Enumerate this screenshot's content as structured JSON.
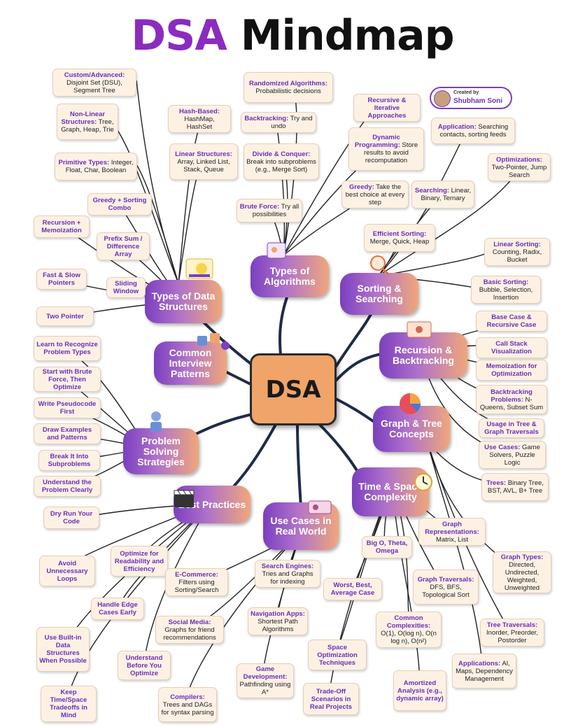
{
  "title": {
    "part1": "DSA",
    "part2": "Mindmap"
  },
  "center": "DSA",
  "credit": {
    "label": "Created by",
    "name": "Shubham Soni"
  },
  "nodes": {
    "types_of_algorithms": "Types of Algorithms",
    "types_of_data_structures": "Types of Data Structures",
    "sorting_searching": "Sorting & Searching",
    "common_interview_patterns": "Common Interview Patterns",
    "recursion_backtracking": "Recursion & Backtracking",
    "graph_tree_concepts": "Graph & Tree Concepts",
    "problem_solving_strategies": "Problem Solving Strategies",
    "time_space_complexity": "Time & Space Complexity",
    "best_practices": "Best Practices",
    "use_cases": "Use Cases in Real World"
  },
  "leaves": {
    "custom_advanced": {
      "head": "Custom/Advanced:",
      "body": "Disjoint Set (DSU), Segment Tree"
    },
    "non_linear": {
      "head": "Non-Linear Structures:",
      "body": "Tree, Graph, Heap, Trie"
    },
    "primitive_types": {
      "head": "Primitive Types:",
      "body": "Integer, Float, Char, Boolean"
    },
    "hash_based": {
      "head": "Hash-Based:",
      "body": "HashMap, HashSet"
    },
    "linear_structures": {
      "head": "Linear Structures:",
      "body": "Array, Linked List, Stack, Queue"
    },
    "randomized": {
      "head": "Randomized Algorithms:",
      "body": "Probabilistic decisions"
    },
    "backtracking_algo": {
      "head": "Backtracking:",
      "body": "Try and undo"
    },
    "divide_conquer": {
      "head": "Divide & Conquer:",
      "body": "Break into subproblems (e.g., Merge Sort)"
    },
    "recursive_iterative": {
      "head": "Recursive & Iterative Approaches",
      "body": ""
    },
    "dynamic_programming": {
      "head": "Dynamic Programming:",
      "body": "Store results to avoid recomputation"
    },
    "greedy": {
      "head": "Greedy:",
      "body": "Take the best choice at every step"
    },
    "brute_force": {
      "head": "Brute Force:",
      "body": "Try all possibilities"
    },
    "application": {
      "head": "Application:",
      "body": "Searching contacts, sorting feeds"
    },
    "optimizations": {
      "head": "Optimizations:",
      "body": "Two-Pointer, Jump Search"
    },
    "searching": {
      "head": "Searching:",
      "body": "Linear, Binary, Ternary"
    },
    "efficient_sorting": {
      "head": "Efficient Sorting:",
      "body": "Merge, Quick, Heap"
    },
    "linear_sorting": {
      "head": "Linear Sorting:",
      "body": "Counting, Radix, Bucket"
    },
    "basic_sorting": {
      "head": "Basic Sorting:",
      "body": "Bubble, Selection, Insertion"
    },
    "greedy_sorting": {
      "head": "Greedy + Sorting Combo",
      "body": ""
    },
    "recursion_memo": {
      "head": "Recursion + Memoization",
      "body": ""
    },
    "prefix_sum": {
      "head": "Prefix Sum / Difference Array",
      "body": ""
    },
    "fast_slow": {
      "head": "Fast & Slow Pointers",
      "body": ""
    },
    "sliding_window": {
      "head": "Sliding Window",
      "body": ""
    },
    "two_pointer": {
      "head": "Two Pointer",
      "body": ""
    },
    "base_case": {
      "head": "Base Case & Recursive Case",
      "body": ""
    },
    "call_stack": {
      "head": "Call Stack Visualization",
      "body": ""
    },
    "memoization_opt": {
      "head": "Memoization for Optimization",
      "body": ""
    },
    "backtracking_problems": {
      "head": "Backtracking Problems:",
      "body": "N-Queens, Subset Sum"
    },
    "usage_tree_graph": {
      "head": "Usage in Tree & Graph Traversals",
      "body": ""
    },
    "use_cases_game": {
      "head": "Use Cases:",
      "body": "Game Solvers, Puzzle Logic"
    },
    "learn_recognize": {
      "head": "Learn to Recognize Problem Types",
      "body": ""
    },
    "start_brute": {
      "head": "Start with Brute Force, Then Optimize",
      "body": ""
    },
    "write_pseudocode": {
      "head": "Write Pseudocode First",
      "body": ""
    },
    "draw_examples": {
      "head": "Draw Examples and Patterns",
      "body": ""
    },
    "break_it": {
      "head": "Break It Into Subproblems",
      "body": ""
    },
    "understand_problem": {
      "head": "Understand the Problem Clearly",
      "body": ""
    },
    "trees": {
      "head": "Trees:",
      "body": "Binary Tree, BST, AVL, B+ Tree"
    },
    "graph_representations": {
      "head": "Graph Representations:",
      "body": "Matrix, List"
    },
    "big_o": {
      "head": "Big O, Theta, Omega",
      "body": ""
    },
    "graph_types": {
      "head": "Graph Types:",
      "body": "Directed, Undirected, Weighted, Unweighted"
    },
    "graph_traversals": {
      "head": "Graph Traversals:",
      "body": "DFS, BFS, Topological Sort"
    },
    "worst_best": {
      "head": "Worst, Best, Average Case",
      "body": ""
    },
    "common_complexities": {
      "head": "Common Complexities:",
      "body": "O(1), O(log n), O(n log n), O(n²)"
    },
    "tree_traversals": {
      "head": "Tree Traversals:",
      "body": "Inorder, Preorder, Postorder"
    },
    "applications": {
      "head": "Applications:",
      "body": "AI, Maps, Dependency Management"
    },
    "space_optimization": {
      "head": "Space Optimization Techniques",
      "body": ""
    },
    "amortized": {
      "head": "Amortized Analysis (e.g., dynamic array)",
      "body": ""
    },
    "trade_off": {
      "head": "Trade-Off Scenarios in Real Projects",
      "body": ""
    },
    "dry_run": {
      "head": "Dry Run Your Code",
      "body": ""
    },
    "optimize_readability": {
      "head": "Optimize for Readability and Efficiency",
      "body": ""
    },
    "avoid_loops": {
      "head": "Avoid Unnecessary Loops",
      "body": ""
    },
    "handle_edge": {
      "head": "Handle Edge Cases Early",
      "body": ""
    },
    "built_in": {
      "head": "Use Built-in Data Structures When Possible",
      "body": ""
    },
    "understand_before": {
      "head": "Understand Before You Optimize",
      "body": ""
    },
    "keep_tradeoffs": {
      "head": "Keep Time/Space Tradeoffs in Mind",
      "body": ""
    },
    "ecommerce": {
      "head": "E-Commerce:",
      "body": "Filters using Sorting/Search"
    },
    "search_engines": {
      "head": "Search Engines:",
      "body": "Tries and Graphs for indexing"
    },
    "social_media": {
      "head": "Social Media:",
      "body": "Graphs for friend recommendations"
    },
    "navigation": {
      "head": "Navigation Apps:",
      "body": "Shortest Path Algorithms"
    },
    "game_dev": {
      "head": "Game Development:",
      "body": "Pathfinding using A*"
    },
    "compilers": {
      "head": "Compilers:",
      "body": "Trees and DAGs for syntax parsing"
    }
  },
  "colors": {
    "accent_purple": "#7b3fc0",
    "accent_orange": "#f0a46a",
    "leaf_bg": "#fdf1e4",
    "line": "#1f2b4a"
  }
}
